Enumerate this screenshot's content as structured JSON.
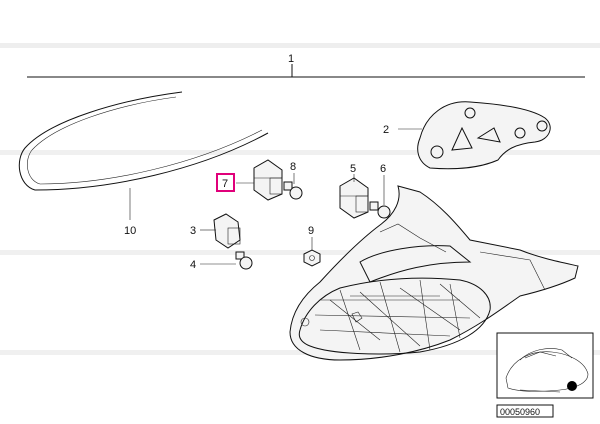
{
  "diagram": {
    "callouts": {
      "c1": "1",
      "c2": "2",
      "c3": "3",
      "c4": "4",
      "c5": "5",
      "c6": "6",
      "c7": "7",
      "c8": "8",
      "c9": "9",
      "c10": "10"
    },
    "highlight_color": "#e0007a",
    "inset_id": "00050960"
  }
}
